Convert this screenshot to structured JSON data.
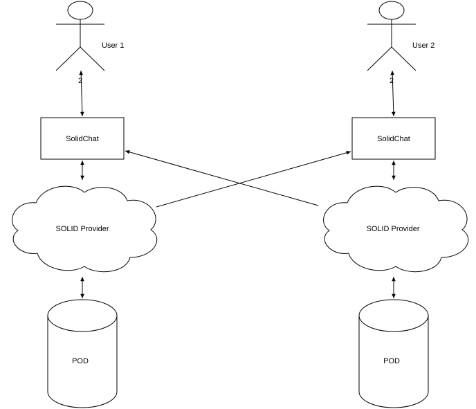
{
  "actors": [
    {
      "label": "User 1",
      "connector_label": "2"
    },
    {
      "label": "User 2",
      "connector_label": "2"
    }
  ],
  "apps": [
    {
      "label": "SolidChat"
    },
    {
      "label": "SolidChat"
    }
  ],
  "providers": [
    {
      "label": "SOLID Provider"
    },
    {
      "label": "SOLID Provider"
    }
  ],
  "pods": [
    {
      "label": "POD"
    },
    {
      "label": "POD"
    }
  ],
  "colors": {
    "stroke": "#000000",
    "fill": "#ffffff"
  }
}
